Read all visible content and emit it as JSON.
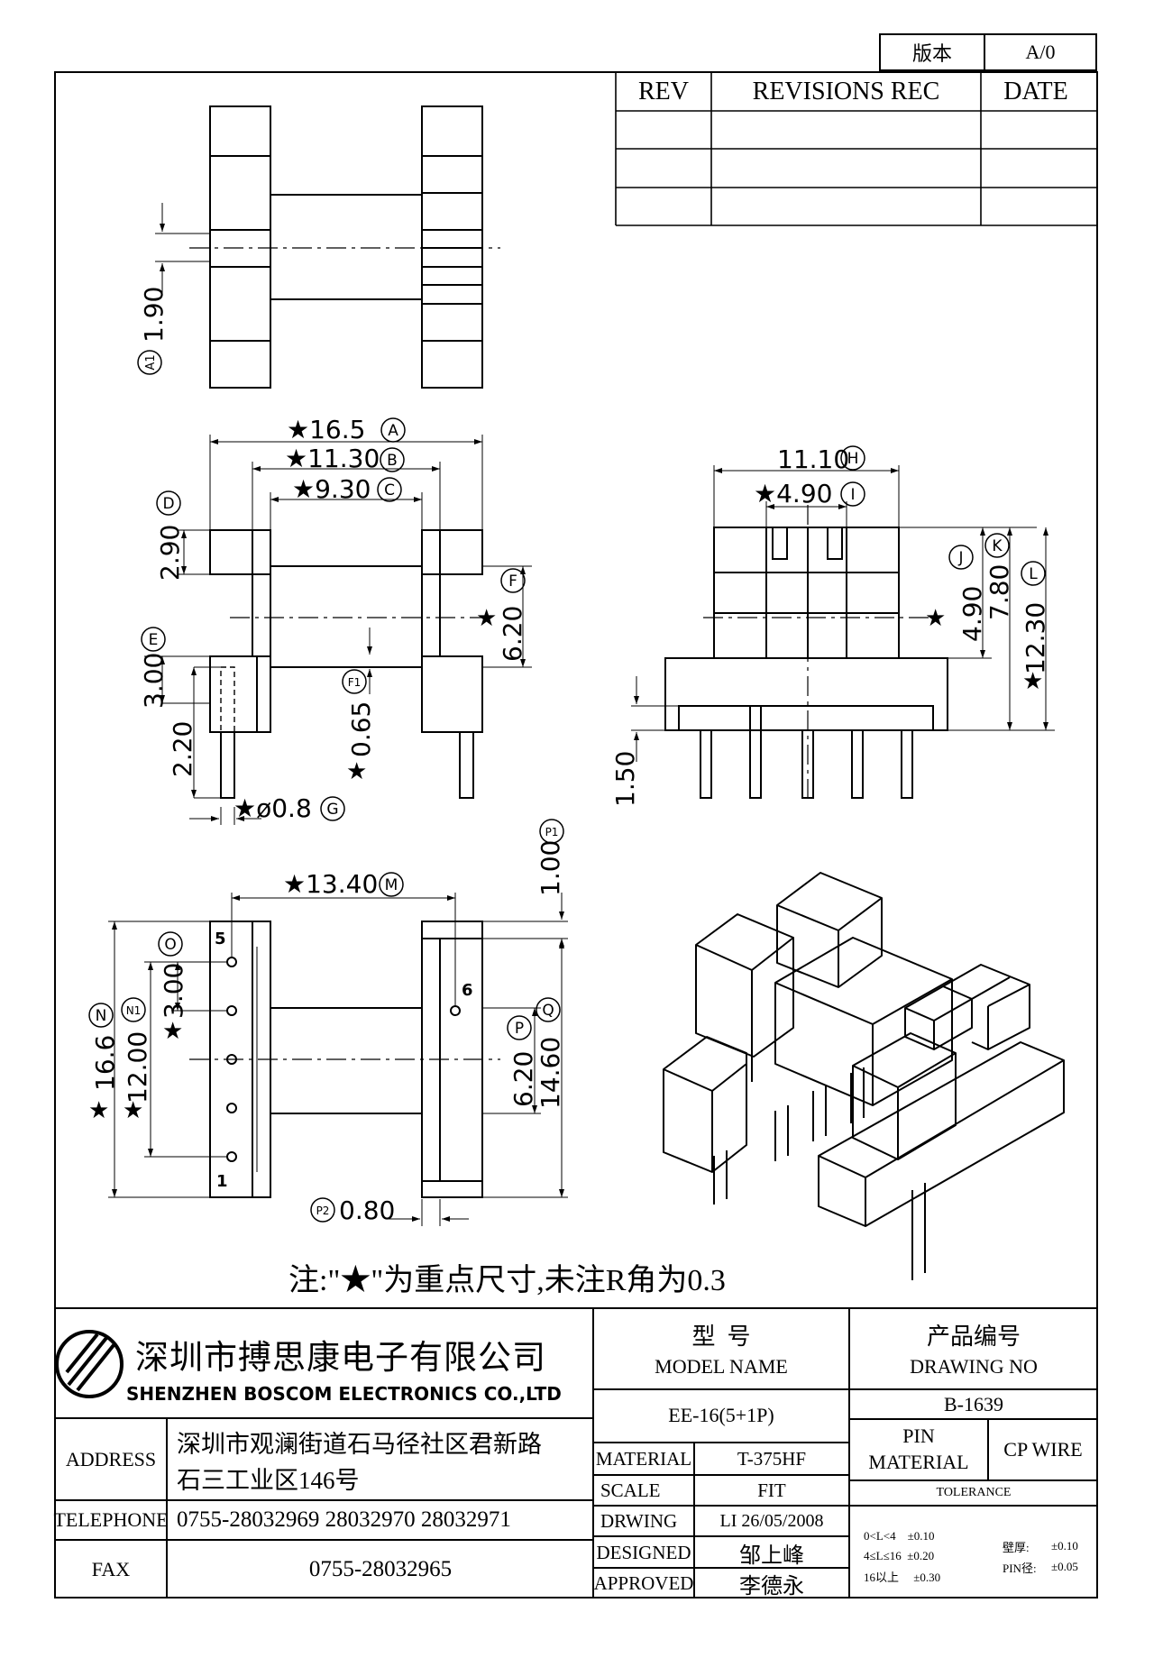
{
  "version_box": {
    "label": "版本",
    "value": "A/0"
  },
  "revisions": {
    "headers": {
      "rev": "REV",
      "rec": "REVISIONS REC",
      "date": "DATE"
    }
  },
  "dimensions": {
    "a1": "1.90",
    "a": "16.5",
    "b": "11.30",
    "c": "9.30",
    "d": "2.90",
    "e": "3.00",
    "e2": "2.20",
    "f": "6.20",
    "f1": "0.65",
    "g": "0.8",
    "h": "11.10",
    "i": "4.90",
    "j": "4.90",
    "k": "7.80",
    "l": "12.30",
    "pin_len": "1.50",
    "m": "13.40",
    "n": "16.6",
    "n1": "12.00",
    "o": "3.00",
    "p": "6.20",
    "p1": "1.00",
    "p2": "0.80",
    "q": "14.60",
    "pin5": "5",
    "pin6": "6",
    "pin1": "1"
  },
  "labels": {
    "A1": "A1",
    "A": "A",
    "B": "B",
    "C": "C",
    "D": "D",
    "E": "E",
    "F": "F",
    "F1": "F1",
    "G": "G",
    "H": "H",
    "I": "I",
    "J": "J",
    "K": "K",
    "L": "L",
    "M": "M",
    "N": "N",
    "N1": "N1",
    "O": "O",
    "P": "P",
    "P1": "P1",
    "P2": "P2",
    "Q": "Q"
  },
  "note": "注:\"★\"为重点尺寸,未注R角为0.3",
  "company": {
    "name_cn": "深圳市搏思康电子有限公司",
    "name_en": "SHENZHEN BOSCOM ELECTRONICS CO.,LTD"
  },
  "title_block": {
    "model_cn": "型  号",
    "model_en": "MODEL NAME",
    "drawing_cn": "产品编号",
    "drawing_en": "DRAWING NO",
    "model_value": "EE-16(5+1P)",
    "drawing_value": "B-1639",
    "address_label": "ADDRESS",
    "address_line1": "深圳市观澜街道石马径社区君新路",
    "address_line2": "石三工业区146号",
    "telephone_label": "TELEPHONE",
    "telephone_value": "0755-28032969 28032970 28032971",
    "fax_label": "FAX",
    "fax_value": "0755-28032965",
    "material_label": "MATERIAL",
    "material_value": "T-375HF",
    "scale_label": "SCALE",
    "scale_value": "FIT",
    "drawing_label": "DRWING",
    "drawing_value2": "LI 26/05/2008",
    "designed_label": "DESIGNED",
    "designed_value": "邹上峰",
    "approved_label": "APPROVED",
    "approved_value": "李德永",
    "pin_material_label1": "PIN",
    "pin_material_label2": "MATERIAL",
    "pin_material_value": "CP WIRE",
    "tolerance_label": "TOLERANCE",
    "tol_row1": "0<L<4    ±0.10",
    "tol_row2": "4≤L≤16  ±0.20",
    "tol_row3": "16以上     ±0.30",
    "wall_label": "壁厚:",
    "wall_value": "±0.10",
    "pin_dia_label": "PIN径:",
    "pin_dia_value": "±0.05"
  }
}
